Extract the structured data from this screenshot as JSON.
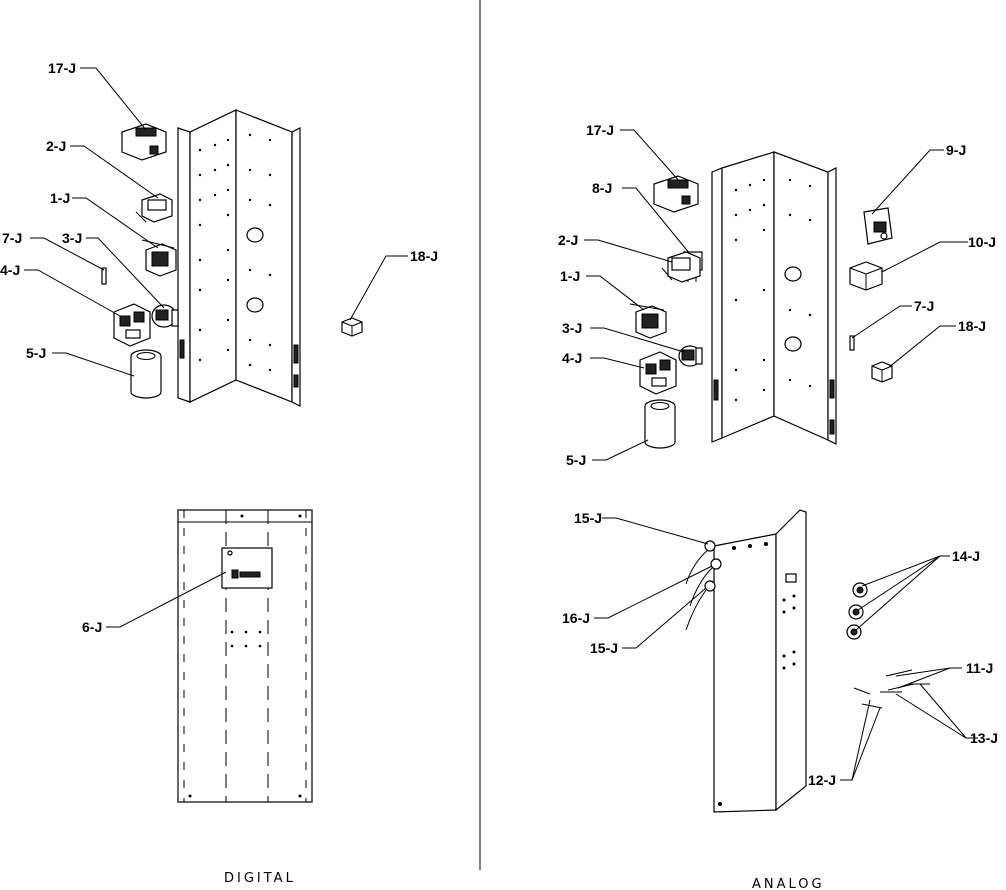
{
  "sections": {
    "digital": {
      "caption": "DIGITAL",
      "labels": [
        {
          "id": "17",
          "text": "17-J"
        },
        {
          "id": "2",
          "text": "2-J"
        },
        {
          "id": "1",
          "text": "1-J"
        },
        {
          "id": "7",
          "text": "7-J"
        },
        {
          "id": "3",
          "text": "3-J"
        },
        {
          "id": "4",
          "text": "4-J"
        },
        {
          "id": "5",
          "text": "5-J"
        },
        {
          "id": "18",
          "text": "18-J"
        },
        {
          "id": "6",
          "text": "6-J"
        }
      ]
    },
    "analog": {
      "caption": "ANALOG",
      "labels": [
        {
          "id": "17",
          "text": "17-J"
        },
        {
          "id": "8",
          "text": "8-J"
        },
        {
          "id": "2",
          "text": "2-J"
        },
        {
          "id": "1",
          "text": "1-J"
        },
        {
          "id": "3",
          "text": "3-J"
        },
        {
          "id": "4",
          "text": "4-J"
        },
        {
          "id": "5",
          "text": "5-J"
        },
        {
          "id": "9",
          "text": "9-J"
        },
        {
          "id": "10",
          "text": "10-J"
        },
        {
          "id": "7",
          "text": "7-J"
        },
        {
          "id": "18",
          "text": "18-J"
        },
        {
          "id": "15a",
          "text": "15-J"
        },
        {
          "id": "16",
          "text": "16-J"
        },
        {
          "id": "15b",
          "text": "15-J"
        },
        {
          "id": "14",
          "text": "14-J"
        },
        {
          "id": "11",
          "text": "11-J"
        },
        {
          "id": "13",
          "text": "13-J"
        },
        {
          "id": "12",
          "text": "12-J"
        }
      ]
    }
  }
}
